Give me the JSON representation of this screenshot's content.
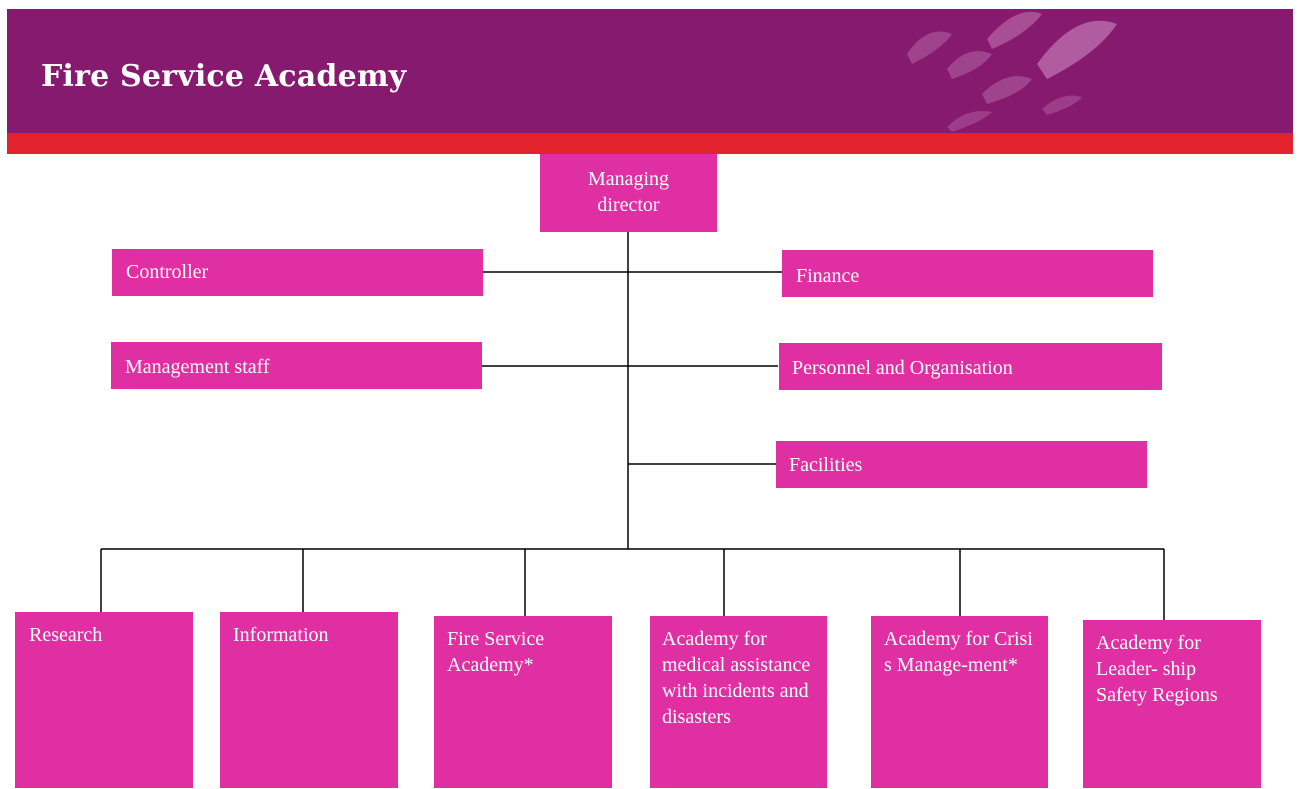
{
  "header": {
    "title": "Fire Service Academy",
    "background_color": "#861a6e",
    "stripe_color": "#e2232d"
  },
  "chart": {
    "box_color": "#df2fa3",
    "line_color": "#000000",
    "top": {
      "label": "Managing director"
    },
    "staff_left": [
      {
        "label": "Controller"
      },
      {
        "label": "Management staff"
      }
    ],
    "staff_right": [
      {
        "label": "Finance"
      },
      {
        "label": "Personnel and Organisation"
      },
      {
        "label": "Facilities"
      }
    ],
    "units": [
      {
        "label": "Research"
      },
      {
        "label": "Information"
      },
      {
        "label": "Fire Service Academy*"
      },
      {
        "label": "Academy for medical assistance with incidents and disasters"
      },
      {
        "label": "Academy for Crisis Manage-ment*"
      },
      {
        "label": "Academy for Leader- ship Safety Regions"
      }
    ]
  }
}
